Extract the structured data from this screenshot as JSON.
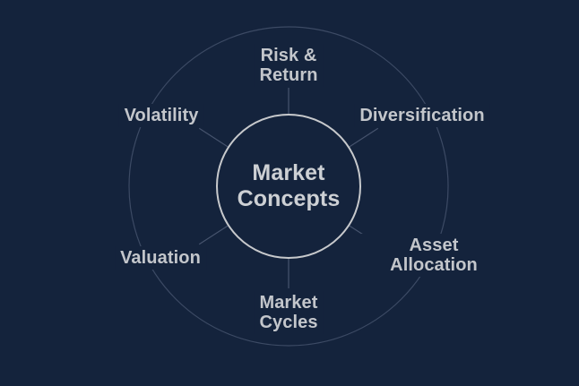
{
  "diagram": {
    "center": {
      "label": "Market\nConcepts"
    },
    "nodes": [
      {
        "id": "risk-return",
        "label": "Risk &\nReturn",
        "position": "top"
      },
      {
        "id": "diversification",
        "label": "Diversification",
        "position": "upper-right"
      },
      {
        "id": "asset-allocation",
        "label": "Asset Allocation",
        "position": "lower-right"
      },
      {
        "id": "market-cycles",
        "label": "Market\nCycles",
        "position": "bottom"
      },
      {
        "id": "valuation",
        "label": "Valuation",
        "position": "lower-left"
      },
      {
        "id": "volatility",
        "label": "Volatility",
        "position": "upper-left"
      }
    ],
    "colors": {
      "background": "#14233C",
      "label_text": "#C3C6CB",
      "center_text": "#CDD0D4",
      "inner_circle": "#C7C9CC",
      "outer_circle": "#3C4A64",
      "spokes": "#46536D"
    }
  }
}
